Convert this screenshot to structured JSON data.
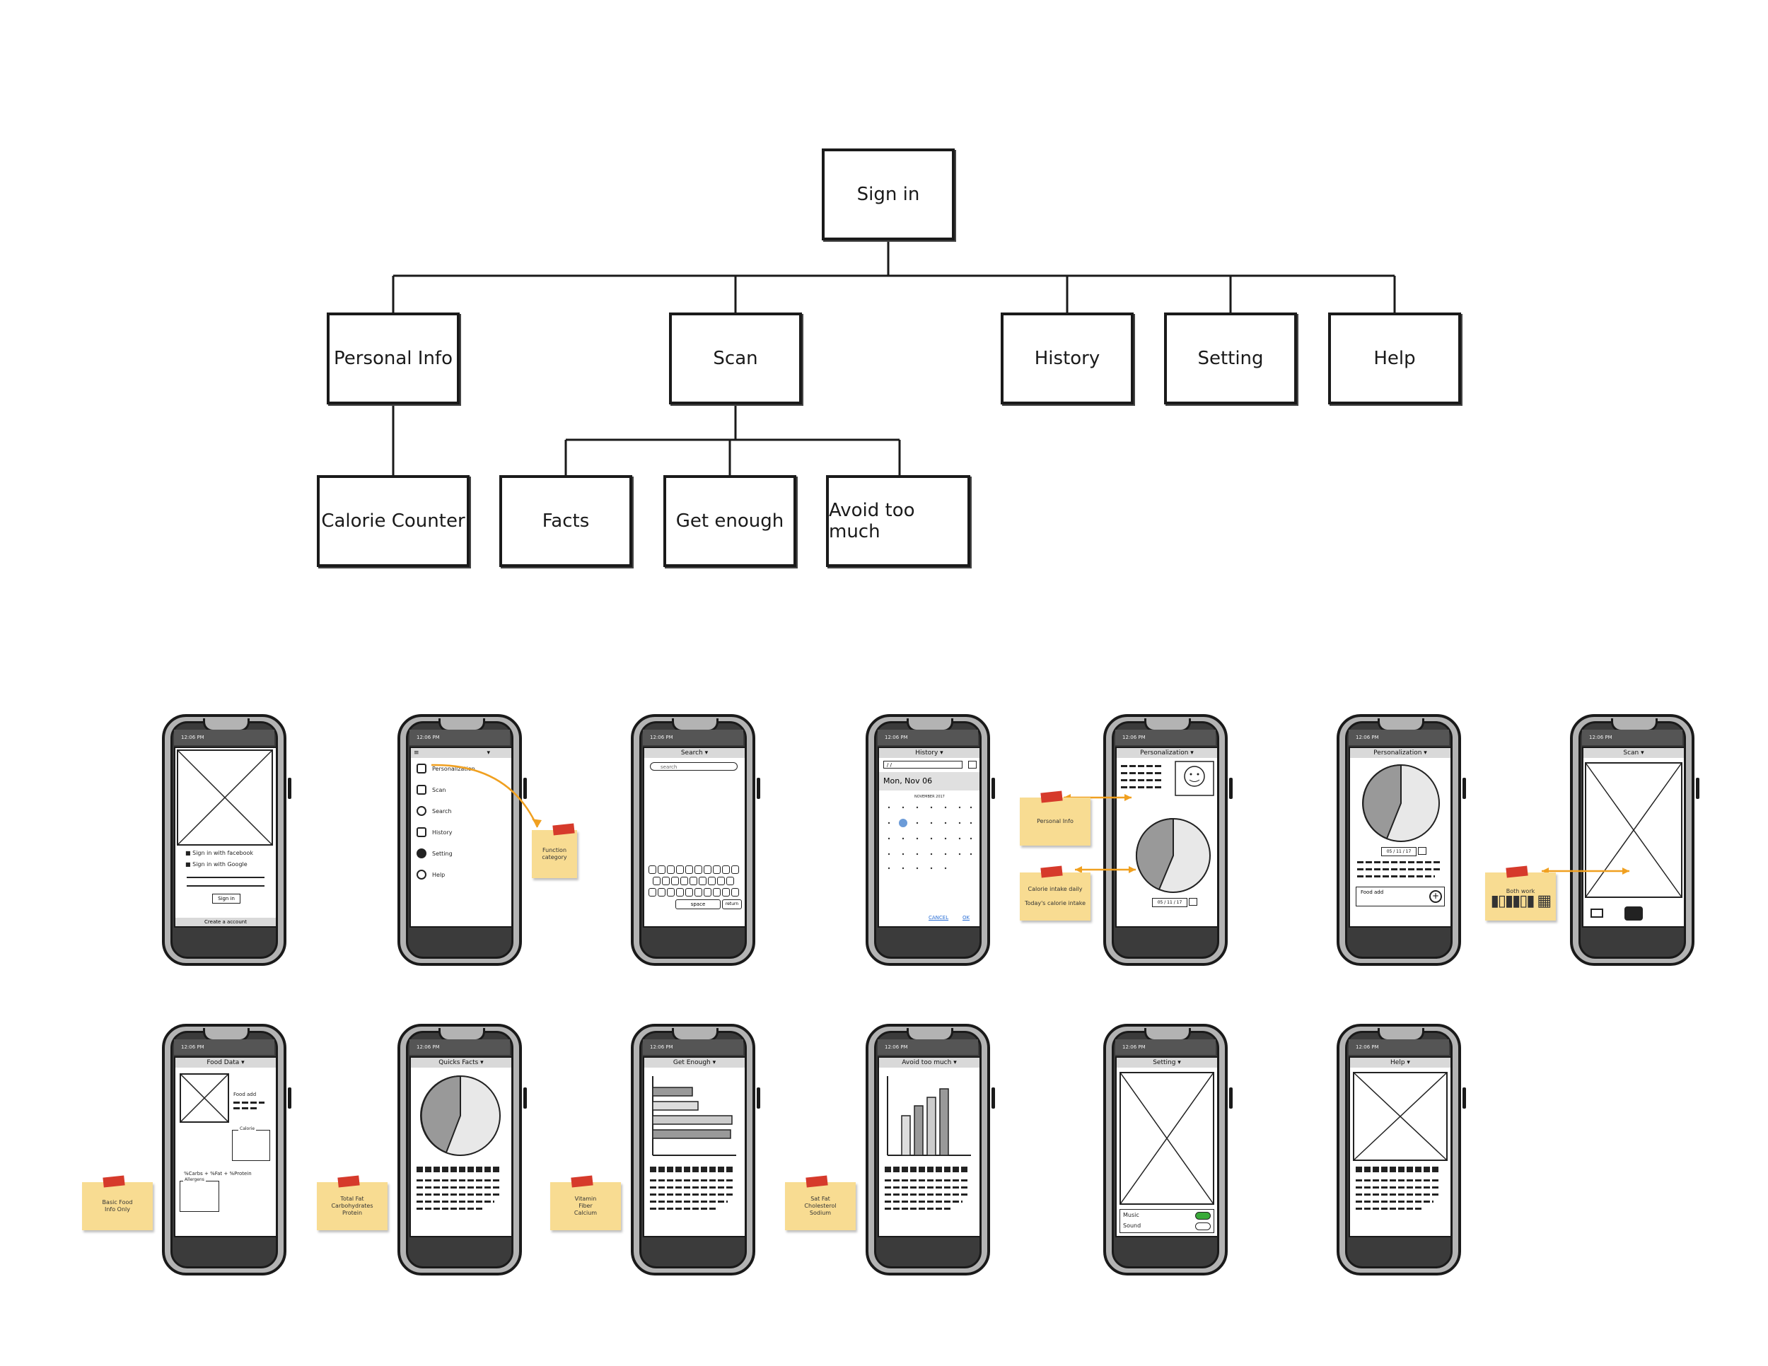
{
  "tree": {
    "root": "Sign in",
    "level1": [
      "Personal Info",
      "Scan",
      "History",
      "Setting",
      "Help"
    ],
    "personal_children": [
      "Calorie Counter"
    ],
    "scan_children": [
      "Facts",
      "Get enough",
      "Avoid too much"
    ]
  },
  "phones": {
    "time": "12:06 PM",
    "signin": {
      "facebook": "Sign in with facebook",
      "google": "Sign in with Google",
      "button": "Sign in",
      "create": "Create a account"
    },
    "menu": {
      "items": [
        "Personalization",
        "Scan",
        "Search",
        "History",
        "Setting",
        "Help"
      ],
      "note": "Function category"
    },
    "search": {
      "title": "Search",
      "placeholder": "search",
      "space": "space",
      "return": "return"
    },
    "history": {
      "title": "History",
      "date_field": "/ /",
      "date_label": "Mon, Nov 06",
      "month": "NOVEMBER 2017",
      "cancel": "CANCEL",
      "ok": "OK"
    },
    "personal1": {
      "title": "Personalization",
      "date": "05 / 11 / 17",
      "note1": "Personal Info",
      "note2_line1": "Calorie intake daily",
      "note2_line2": "Today's calorie intake"
    },
    "personal2": {
      "title": "Personalization",
      "date": "05 / 11 / 17",
      "food_add": "Food add"
    },
    "scan": {
      "title": "Scan",
      "note": "Both work"
    },
    "food": {
      "title": "Food Data",
      "food_add": "Food add",
      "calorie": "Calorie",
      "macros": "%Carbs + %Fat + %Protein",
      "allergens": "Allergens",
      "note": "Basic Food Info Only"
    },
    "quick": {
      "title": "Quicks Facts",
      "note_line1": "Total Fat",
      "note_line2": "Carbohydrates",
      "note_line3": "Protein"
    },
    "enough": {
      "title": "Get Enough",
      "note_line1": "Vitamin",
      "note_line2": "Fiber",
      "note_line3": "Calcium"
    },
    "avoid": {
      "title": "Avoid too much",
      "note_line1": "Sat Fat",
      "note_line2": "Cholesterol",
      "note_line3": "Sodium"
    },
    "setting": {
      "title": "Setting",
      "music": "Music",
      "sound": "Sound"
    },
    "help": {
      "title": "Help"
    }
  }
}
